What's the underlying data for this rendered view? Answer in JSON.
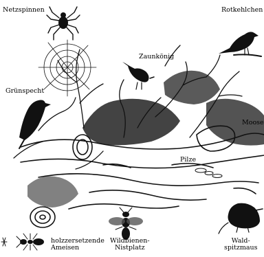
{
  "labels": {
    "netzspinnen": "Netzspinnen",
    "rotkehlchen": "Rotkehlchen",
    "zaunkoenig": "Zaunkönig",
    "gruenspecht": "Grünspecht",
    "moose": "Moose",
    "pilze": "Pilze",
    "ameisen_line1": "holzzersetzende",
    "ameisen_line2": "Ameisen",
    "wildbienen_line1": "Wildbienen-",
    "wildbienen_line2": "Nistplatz",
    "spitzmaus_line1": "Wald-",
    "spitzmaus_line2": "spitzmaus"
  }
}
